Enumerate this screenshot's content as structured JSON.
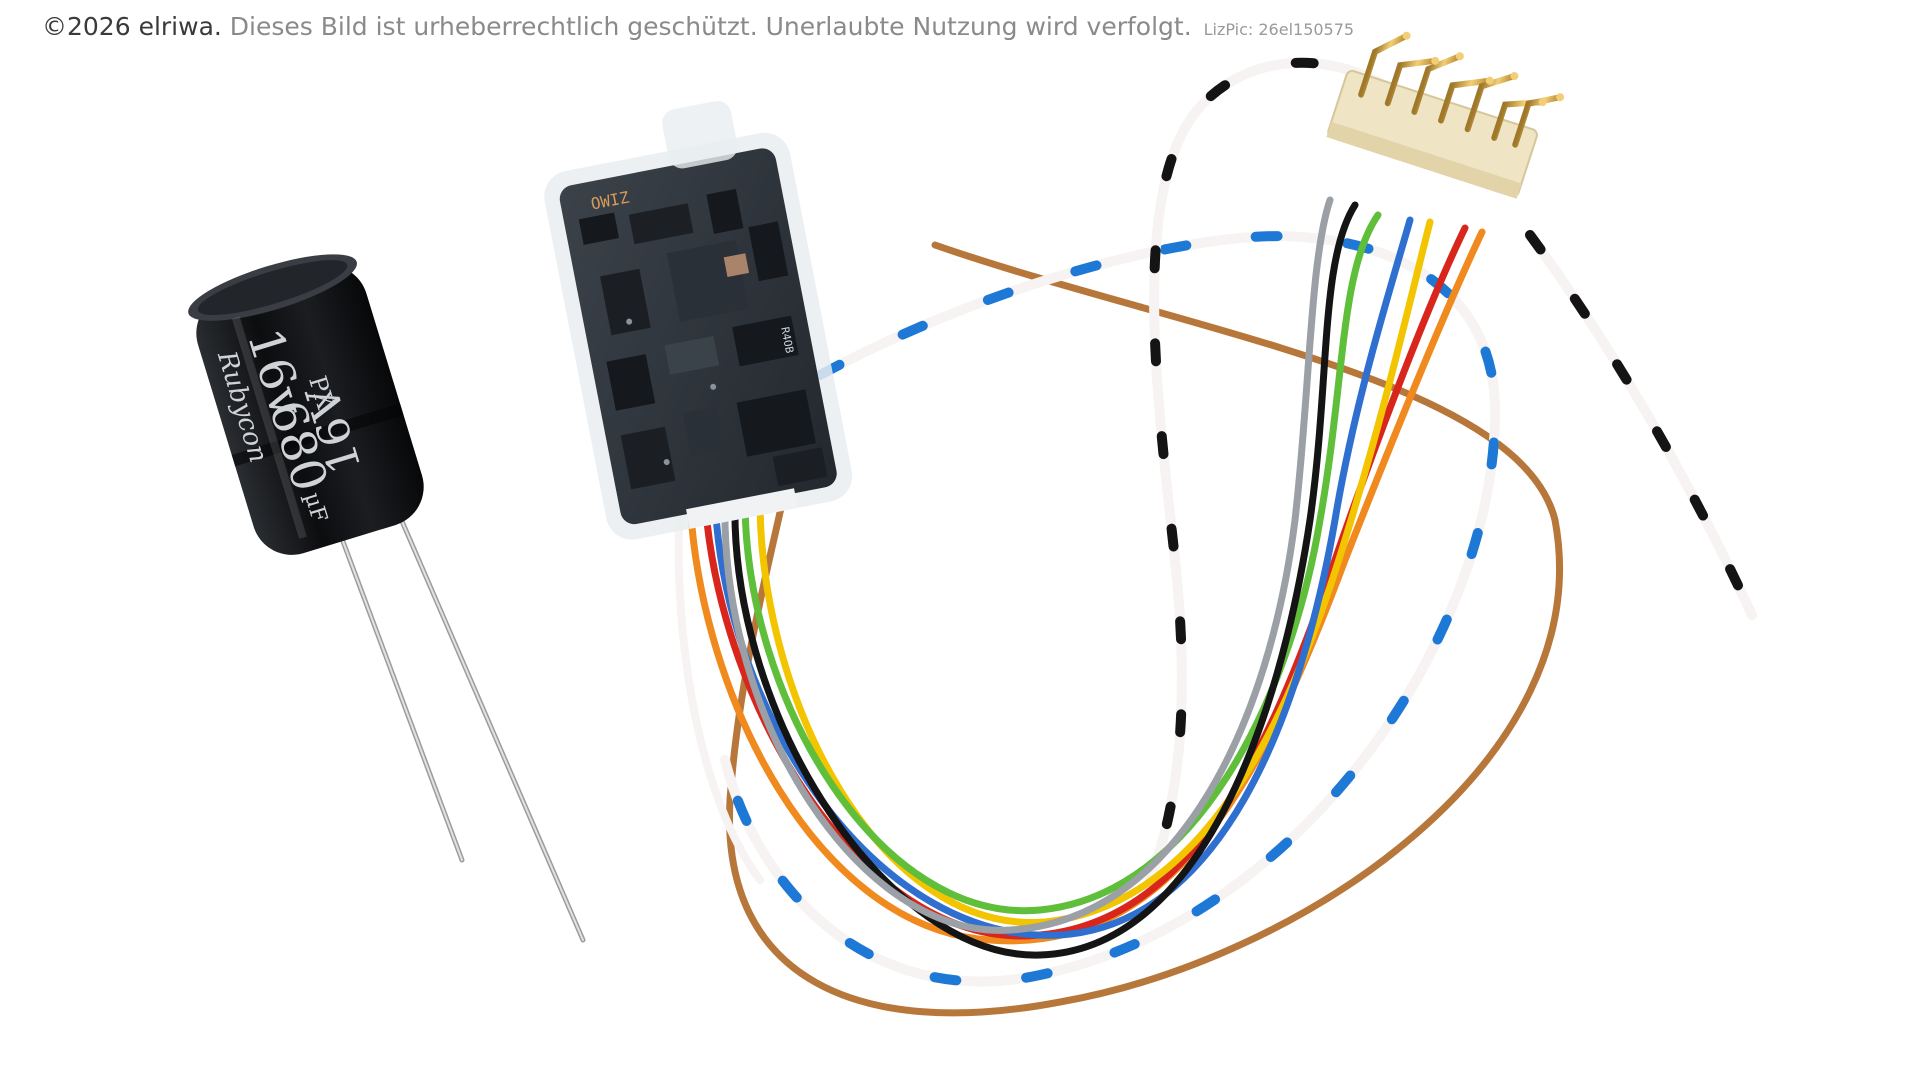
{
  "watermark": {
    "owner": "©2026 elriwa.",
    "notice": "Dieses Bild ist urheberrechtlich geschützt. Unerlaubte Nutzung wird verfolgt.",
    "license_id": "LizPic: 26el150575"
  },
  "capacitor": {
    "brand": "Rubycon",
    "voltage": "16v",
    "capacitance": "680",
    "unit": "µF",
    "series": "PX",
    "side_text": "16V",
    "color": "#15171a"
  },
  "decoder": {
    "label": "OWIZ",
    "chip_mark": "R4OB",
    "board_color": "#2c3138"
  },
  "connector": {
    "pin_color": "#d4a740",
    "housing_color": "#efe4c4"
  },
  "wire_colors": {
    "orange": "#f08a1e",
    "red": "#d9261c",
    "yellow": "#f2c500",
    "blue": "#2f6fd0",
    "green": "#5fbe3a",
    "black": "#141414",
    "grey": "#9aa0a6",
    "brown": "#b8773a",
    "white": "#f6f3f2",
    "blue_stripe": "#1e78d6",
    "black_stripe": "#141414"
  }
}
